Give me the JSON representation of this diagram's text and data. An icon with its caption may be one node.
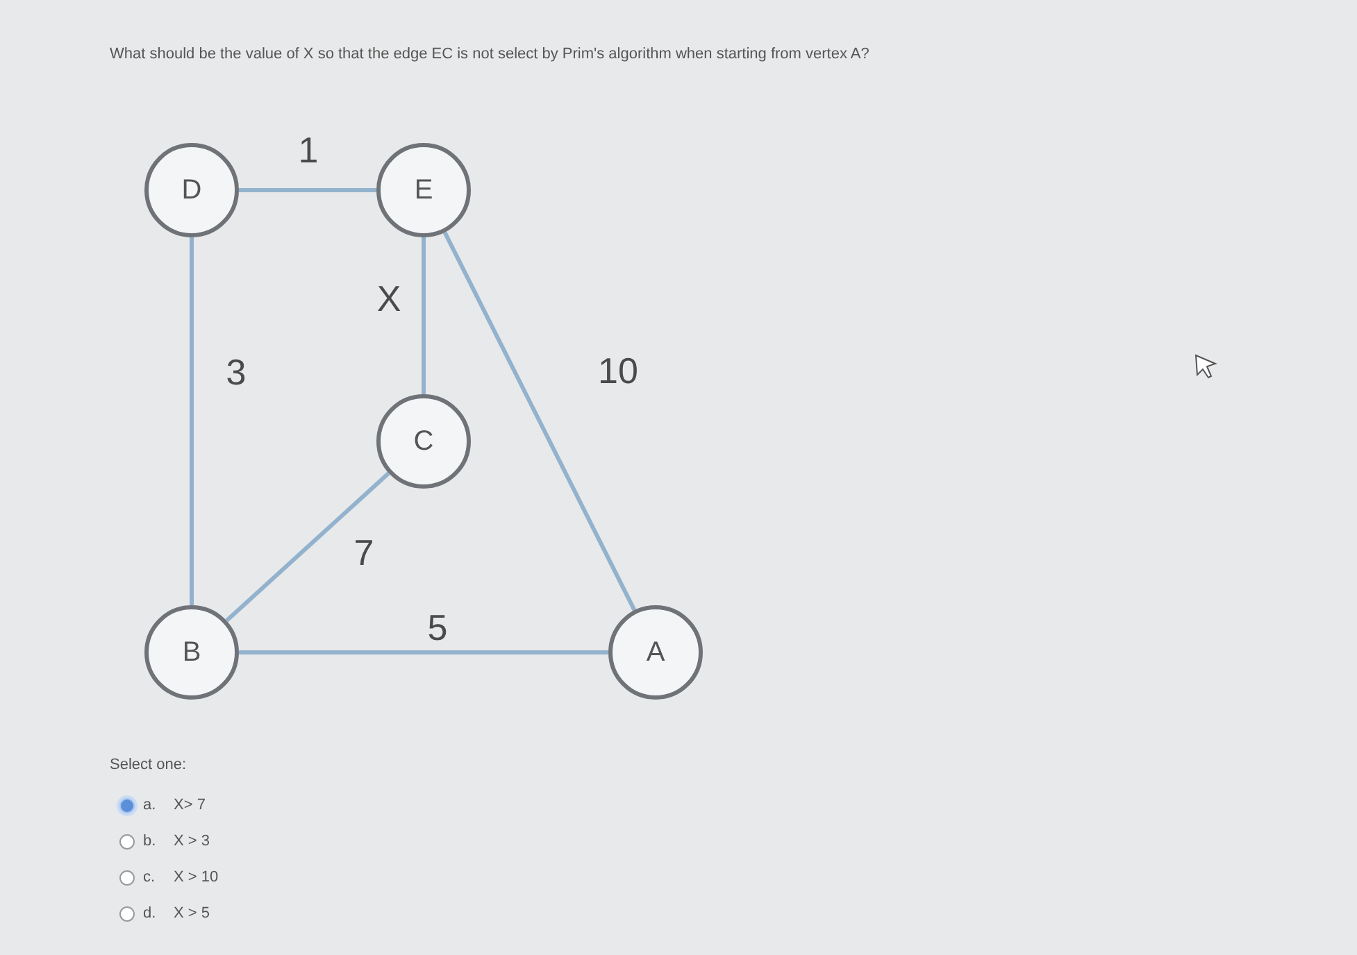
{
  "diagram": {
    "title": "What should be the value of X so that the edge EC is not select by Prim's algorithm when starting from vertex A?",
    "nodes": [
      {
        "text": [
          "D"
        ]
      },
      {
        "text": [
          "E"
        ]
      },
      {
        "text": [
          "C"
        ]
      },
      {
        "text": [
          "B"
        ]
      },
      {
        "text": [
          "A"
        ]
      }
    ],
    "edges": [
      {
        "from": 0,
        "to": 1,
        "arrow": "none",
        "label": "1"
      },
      {
        "from": 0,
        "to": 3,
        "arrow": "none",
        "label": "3"
      },
      {
        "from": 1,
        "to": 2,
        "arrow": "none",
        "label": "X"
      },
      {
        "from": 1,
        "to": 4,
        "arrow": "none",
        "label": "10"
      },
      {
        "from": 2,
        "to": 3,
        "arrow": "none",
        "label": "7"
      },
      {
        "from": 3,
        "to": 4,
        "arrow": "none",
        "label": "5"
      }
    ],
    "labels": [
      "Select one:",
      "a.",
      "X> 7",
      "b.",
      "X > 3",
      "c.",
      "X > 10",
      "d.",
      "X > 5"
    ]
  }
}
